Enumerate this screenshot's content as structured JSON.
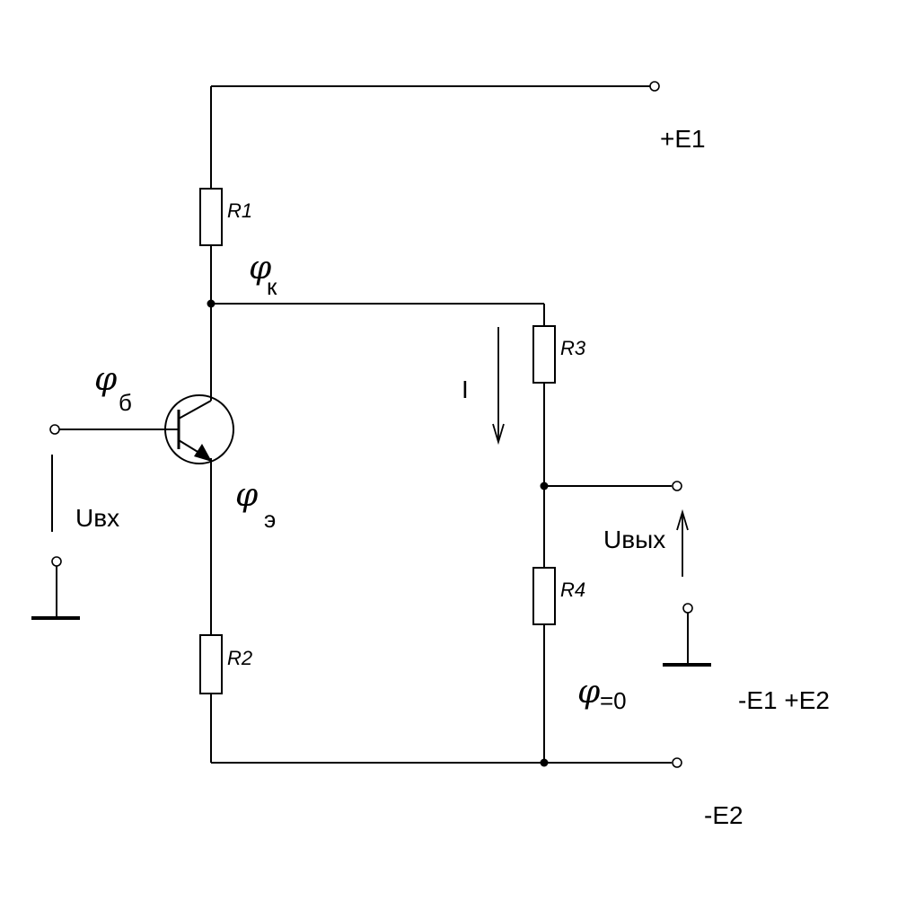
{
  "supplies": {
    "plus_e1": "+E1",
    "minus_e1_plus_e2": "-E1 +E2",
    "minus_e2": "-E2"
  },
  "resistors": {
    "r1": "R1",
    "r2": "R2",
    "r3": "R3",
    "r4": "R4"
  },
  "potentials": {
    "phi_symbol": "φ",
    "collector_sub": "к",
    "base_sub": "б",
    "emitter_sub": "э",
    "zero_suffix": "=0"
  },
  "voltages": {
    "input": "Uвх",
    "output": "Uвых"
  },
  "current": {
    "label": "I"
  }
}
